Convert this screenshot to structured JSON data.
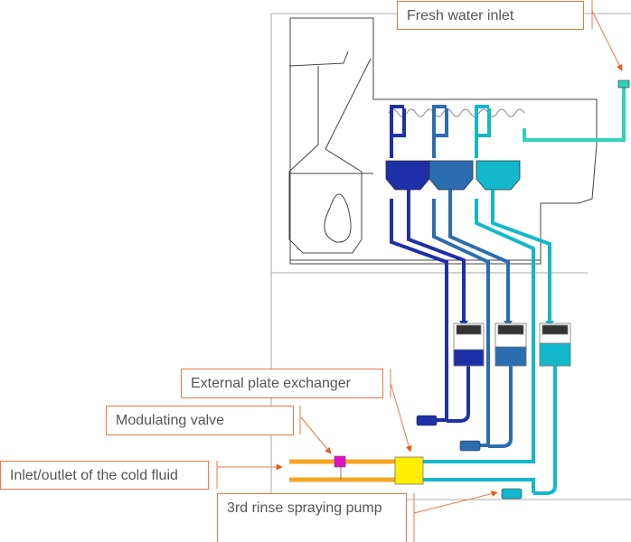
{
  "callouts": {
    "fresh_water_inlet": "Fresh water inlet",
    "external_plate_exchanger": "External plate exchanger",
    "modulating_valve": "Modulating valve",
    "cold_fluid": "Inlet/outlet of the cold fluid",
    "rinse_pump": "3rd rinse spraying pump"
  },
  "colors": {
    "rinse_1": "#1f2fa8",
    "rinse_2": "#2a6db0",
    "rinse_3": "#12b8cc",
    "fresh_water": "#2fd3b5",
    "cold_fluid": "#f5a623",
    "plate_exchanger": "#ffee00",
    "modulating_valve": "#e010c8",
    "callout_border": "#e8784a"
  }
}
